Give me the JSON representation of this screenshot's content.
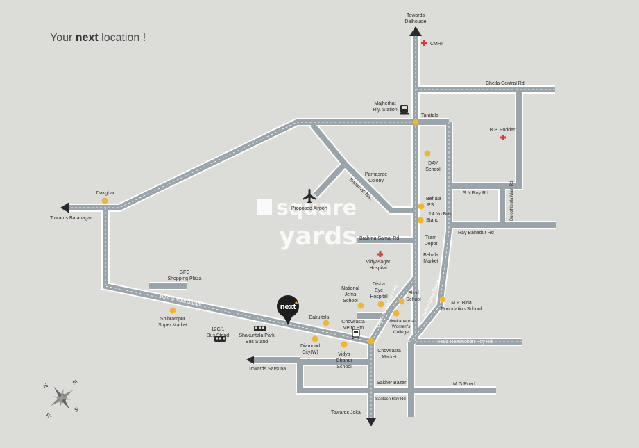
{
  "title": {
    "prefix": "Your ",
    "bold": "next",
    "suffix": " location !"
  },
  "watermark": {
    "line1": "square",
    "line2": "yards"
  },
  "marker": {
    "text": "next"
  },
  "compass": {
    "n": "N",
    "e": "E",
    "s": "S",
    "w": "W"
  },
  "colors": {
    "background": "#dcdcd9",
    "road": "#9aa4ab",
    "road_edge": "#ffffff",
    "poi": "#f0b62e",
    "hospital": "#d93a3a",
    "marker": "#1e1e1e"
  },
  "directions": {
    "dalhousie": [
      "Towards",
      "Dalhousie"
    ],
    "batanagar": "Towards Batanagar",
    "sarsuna": "Towards Sarsuna",
    "joka": "Towards Joka"
  },
  "roads": {
    "chetla": "Chetla Central Rd",
    "sn_roy": "S.N.Roy Rd",
    "ray_bahadur": "Ray Bahadur Rd",
    "brahma": "Brahma Samaj Rd",
    "raja": "Raja Rammohan Roy Rd",
    "mg": "M.G.Road",
    "santosh": "Santosh Roy Rd",
    "ho_chi_minh": "Ho Chi Minh Sarani",
    "diamond_harbour": "Diamond Harbour Rd",
    "james_long": "James Long Sarani",
    "banamali": "Banamali Na...",
    "buroshibtala": "Buroshibtala Main Rd"
  },
  "places": {
    "cmri": "CMRI",
    "majherhat": [
      "Majherhat",
      "Rly. Station"
    ],
    "taratala": "Taratala",
    "bp_poddar": "B.P. Poddar",
    "dav": [
      "DAV",
      "School"
    ],
    "parnasree": [
      "Parnasree",
      "Colony"
    ],
    "airport": "Proposed Airport",
    "dakghar": "Dakghar",
    "behala_ps": [
      "Behala",
      "PS"
    ],
    "bus14": [
      "14 No Bus",
      "Stand"
    ],
    "tram": [
      "Tram",
      "Depot"
    ],
    "behala_market": [
      "Behala",
      "Market"
    ],
    "vidyasagar": [
      "Vidyasagar",
      "Hospital"
    ],
    "gfc": [
      "GFC",
      "Shopping Plaza"
    ],
    "national_jems": [
      "National",
      "Jems",
      "School"
    ],
    "disha": [
      "Disha",
      "Eye",
      "Hospital"
    ],
    "blind": [
      "Blind",
      "School"
    ],
    "mp_birla": [
      "M.P. Birla",
      "Foundation School"
    ],
    "shibrampur": [
      "Shibrampur",
      "Super Market"
    ],
    "bus12c": [
      "12C/1",
      "Bus Stand"
    ],
    "shakuntala": [
      "Shakuntala Park",
      "Bus Stand"
    ],
    "bakultala": "Bakultala",
    "chowrasta_metro": [
      "Chowrasta",
      "Metro Stn"
    ],
    "vivekananda": [
      "Vivekananda",
      "Women's",
      "College"
    ],
    "diamond_city": [
      "Diamond",
      "City(W)"
    ],
    "vidya_bharati": [
      "Vidya",
      "Bharati",
      "School"
    ],
    "chowrasta_market": [
      "Chowrasta",
      "Market"
    ],
    "sakher": "Sakher Bazar"
  }
}
